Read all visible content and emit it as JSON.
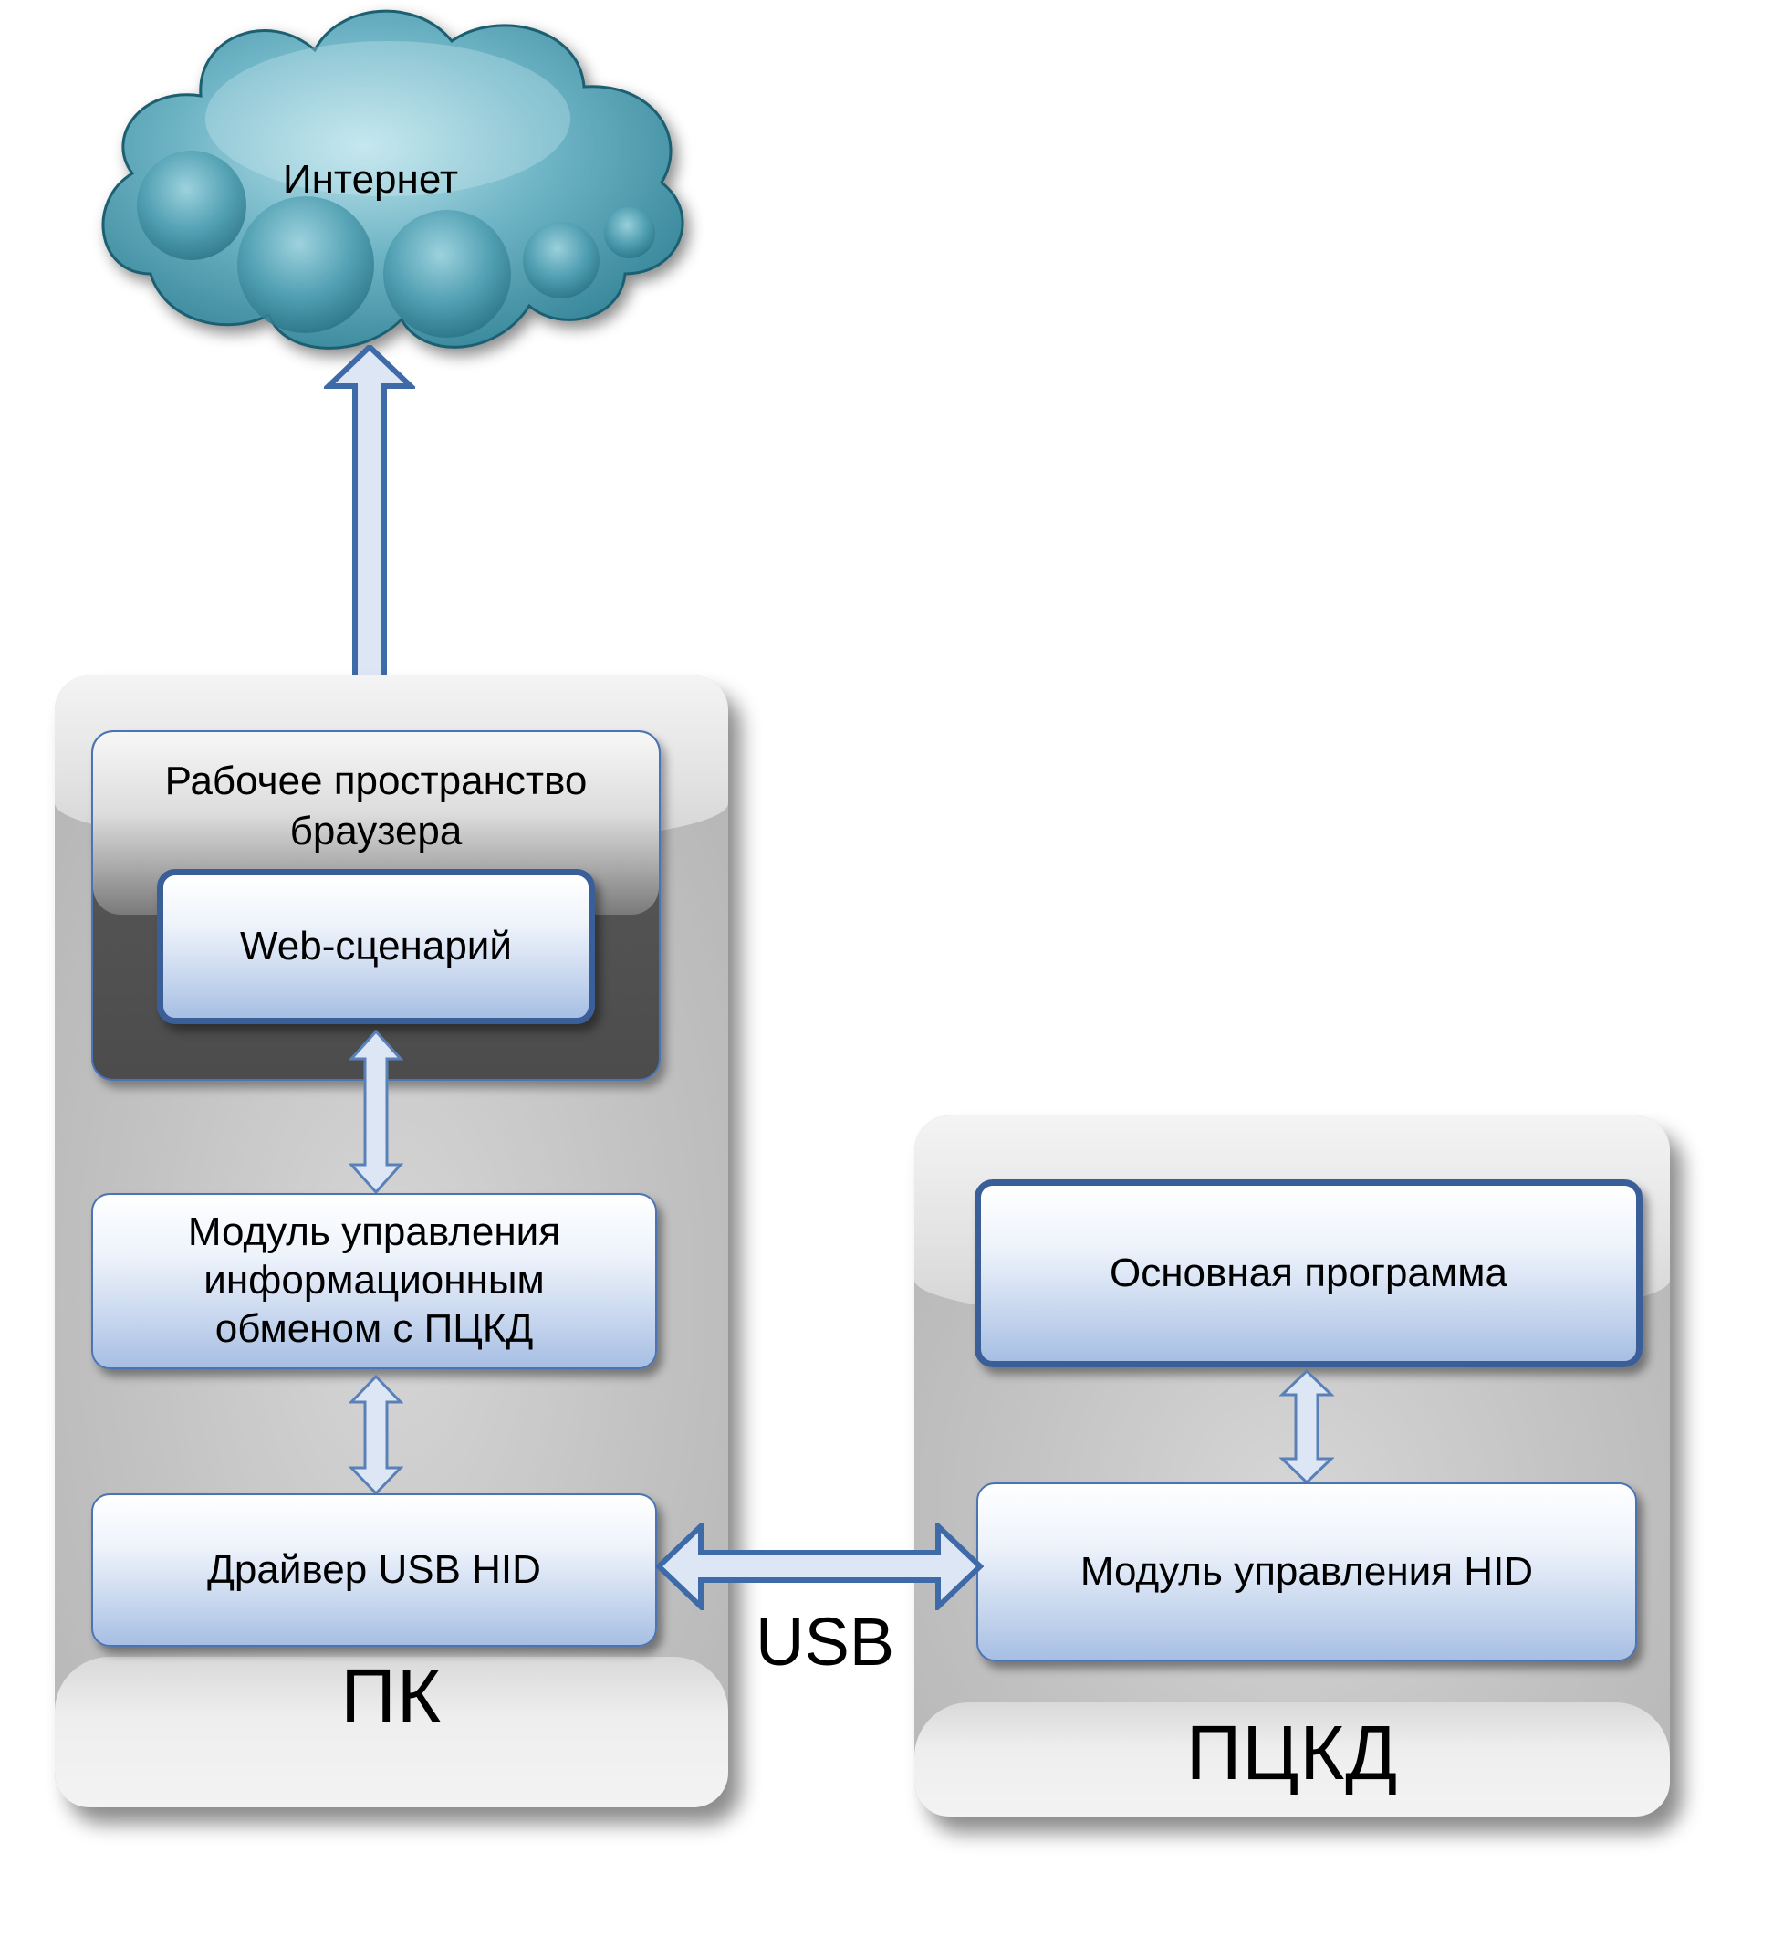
{
  "cloud": {
    "label": "Интернет"
  },
  "pc": {
    "label": "ПК",
    "workspace_title": "Рабочее пространство браузера",
    "web_script": "Web-сценарий",
    "exchange_module": "Модуль управления информационным обменом с ПЦКД",
    "usb_driver": "Драйвер USB HID"
  },
  "pckd": {
    "label": "ПЦКД",
    "main_program": "Основная программа",
    "hid_module": "Модуль управления HID"
  },
  "link": {
    "label": "USB"
  },
  "colors": {
    "arrow_fill": "#dde6f4",
    "arrow_stroke": "#3e6aa8",
    "cloud_fill": "#5aa6b8",
    "box_border": "#4a74b4"
  }
}
